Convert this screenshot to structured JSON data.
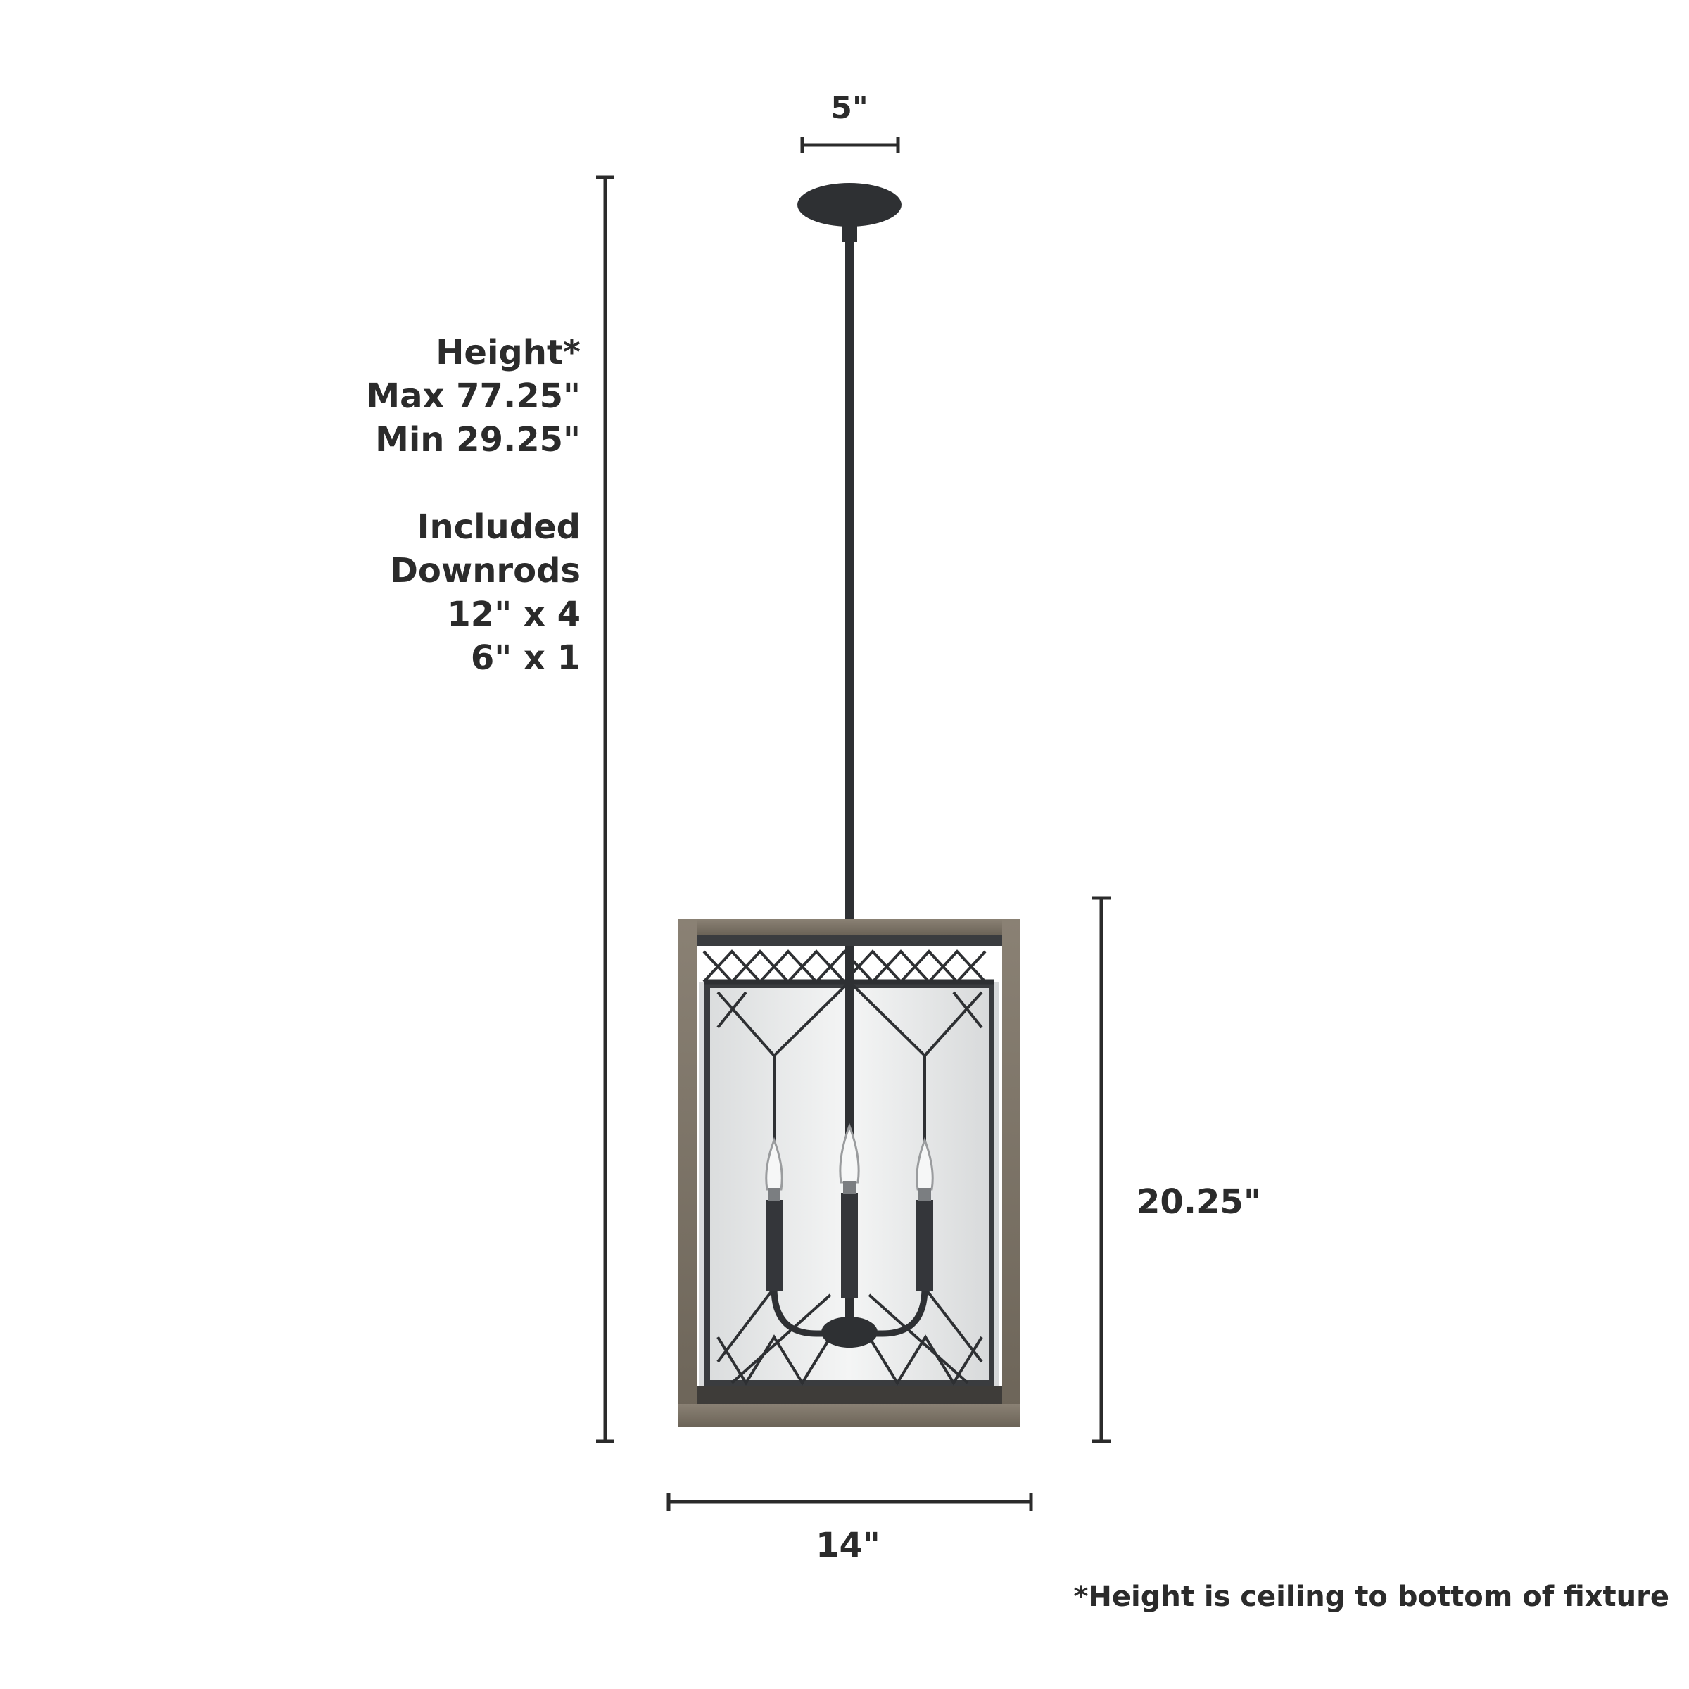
{
  "dimensions": {
    "canopy_width": "5\"",
    "height_title": "Height*",
    "height_max": "Max 77.25\"",
    "height_min": "Min 29.25\"",
    "downrods_title_1": "Included",
    "downrods_title_2": "Downrods",
    "downrod_1": "12\" x 4",
    "downrod_2": "6\" x 1",
    "fixture_height": "20.25\"",
    "fixture_width": "14\""
  },
  "footnote": "*Height is ceiling to bottom of fixture",
  "colors": {
    "text": "#2b2b2b",
    "iron": "#2e3033",
    "wood": "#7d7467",
    "wood_dark": "#5f574c",
    "glass": "#e9eaea"
  }
}
